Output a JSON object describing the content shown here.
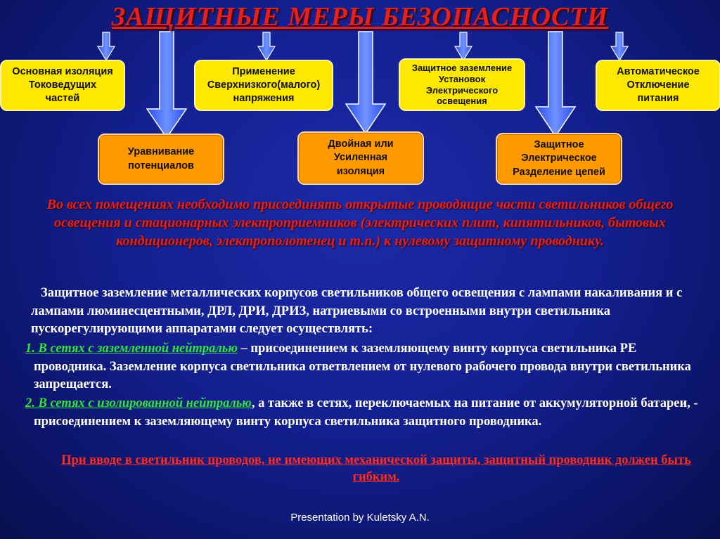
{
  "title": "ЗАЩИТНЫЕ МЕРЫ БЕЗОПАСНОСТИ",
  "top_boxes": [
    "Основная изоляция\nТоковедущих\nчастей",
    "Применение\nСверхнизкого(малого)\nнапряжения",
    "Защитное заземление\nУстановок\nЭлектрического\nосвещения",
    "Автоматическое\nОтключение\nпитания"
  ],
  "bottom_boxes": [
    "Уравнивание\nпотенциалов",
    "Двойная или\nУсиленная\nизоляция",
    "Защитное\nЭлектрическое\nРазделение цепей"
  ],
  "red_paragraph": "Во всех помещениях необходимо присоединять открытые проводящие части светильников общего освещения и стационарных электроприемников (электрических плит, кипятильников, бытовых кондиционеров, электрополотенец и т.п.) к нулевому защитному проводнику.",
  "intro_paragraph": "Защитное заземление металлических корпусов светильников общего освещения с лампами накаливания и с лампами люминесцентными, ДРЛ, ДРИ, ДРИЗ, натриевыми со встроенными внутри светильника пускорегулирующими аппаратами следует осуществлять:",
  "item1_link": "1. В сетях с заземленной нейтралью",
  "item1_text": " – присоединением к заземляющему винту корпуса светильника PE проводника. Заземление корпуса светильника ответвлением от нулевого рабочего провода внутри светильника запрещается.",
  "item2_link": "2. В сетях с изолированной нейтралью",
  "item2_text": ", а также в сетях, переключаемых на питание от аккумуляторной батареи, - присоединением к заземляющему винту корпуса светильника защитного проводника.",
  "warning": "При вводе в светильник проводов, не имеющих механической защиты, защитный проводник должен быть гибким.",
  "footer": "Presentation by Kuletsky A.N.",
  "colors": {
    "title_red": "#e8201a",
    "yellow_box": "#ffe800",
    "orange_box": "#ff9900",
    "arrow_blue": "#3a64ff",
    "link_green": "#2ee63a"
  }
}
